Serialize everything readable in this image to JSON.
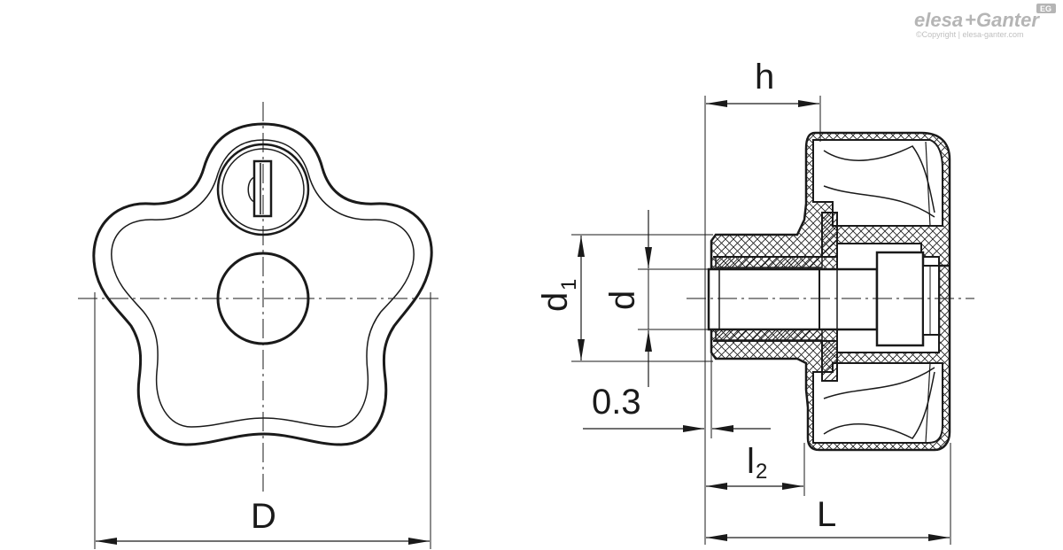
{
  "brand": {
    "name_part1": "elesa",
    "name_plus": "+",
    "name_part2": "Ganter",
    "copyright": "©Copyright | elesa-ganter.com",
    "badge": "EG"
  },
  "dimensions": {
    "D": "D",
    "h": "h",
    "d1_base": "d",
    "d1_sub": "1",
    "d": "d",
    "clearance": "0.3",
    "l2_base": "l",
    "l2_sub": "2",
    "L": "L"
  },
  "colors": {
    "line": "#1a1a1a",
    "hatch": "#1a1a1a",
    "logo": "#b5b5b5",
    "background": "#ffffff"
  }
}
